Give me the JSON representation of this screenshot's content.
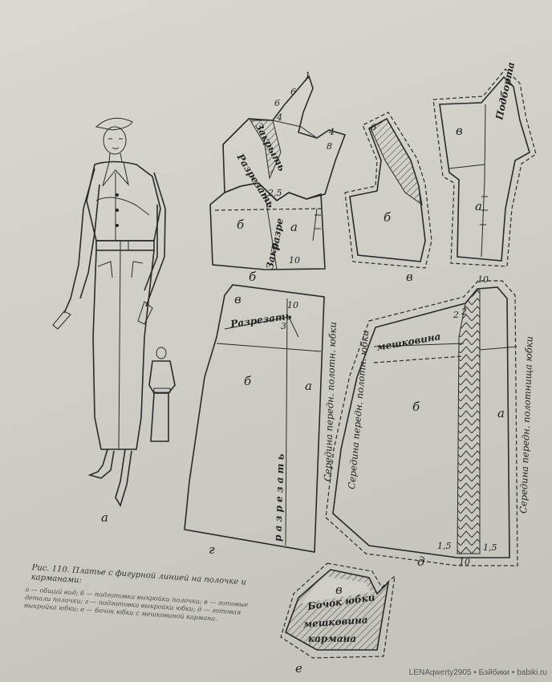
{
  "figure": {
    "caption_title": "Рис. 110. Платье с фигурной линией на полочке и карманами:",
    "caption_body": "а — общий вид; б — подготовка выкройки полочки; в — готовые детали полочки; г — подготовка выкройки юбки; д — готовая выкройка юбки; е — бочок юбки с мешковиной кармана."
  },
  "letters": {
    "fig_a": "а",
    "fig_b": "б",
    "fig_v": "в",
    "fig_g": "г",
    "fig_d": "д",
    "fig_e": "е",
    "a": "а",
    "b": "б",
    "v": "в"
  },
  "words": {
    "zakryt": "Закрыть",
    "razrezat": "Разрезать",
    "razrezat_spaced": "р а з р е з а т ь",
    "razre": "разре",
    "zakr": "Закр",
    "podborta": "Подборта",
    "meshkovina": "мешковина",
    "bochok_yubki": "Бочок юбки",
    "karmana": "кармана",
    "seredina_peredn_polotn_yubki": "Середина передн. полотн. юбки",
    "seredina_peredn_polotnishcha_yubki": "Середина передн. полотнища юбки"
  },
  "numbers": {
    "n1": "1",
    "n2": "2",
    "n3": "3",
    "n4": "4",
    "n6": "6",
    "n8": "8",
    "n10": "10",
    "n2_2": "2",
    "n2_5": "2,5",
    "n1_5": "1,5"
  },
  "watermark": "LENAqwerty2905 • Бэйбики • babiki.ru"
}
